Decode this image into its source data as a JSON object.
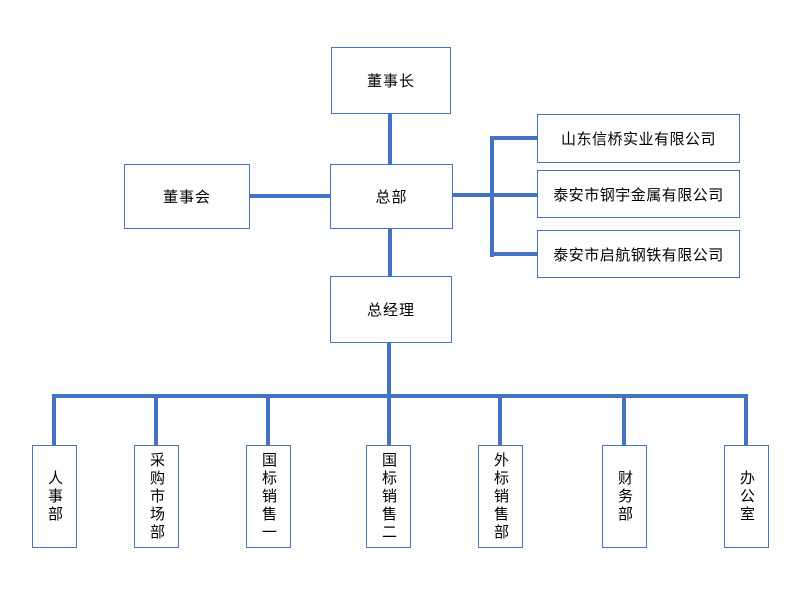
{
  "colors": {
    "accent": "#4472C4",
    "background": "#FFFFFF",
    "text": "#000000"
  },
  "org_chart": {
    "type": "organization-chart",
    "chairman": "董事长",
    "board": "董事会",
    "headquarters": "总部",
    "general_manager": "总经理",
    "subsidiaries": [
      "山东信桥实业有限公司",
      "泰安市钢宇金属有限公司",
      "泰安市启航钢铁有限公司"
    ],
    "departments": [
      "人事部",
      "采购市场部",
      "国标销售一",
      "国标销售二",
      "外标销售部",
      "财务部",
      "办公室"
    ]
  }
}
